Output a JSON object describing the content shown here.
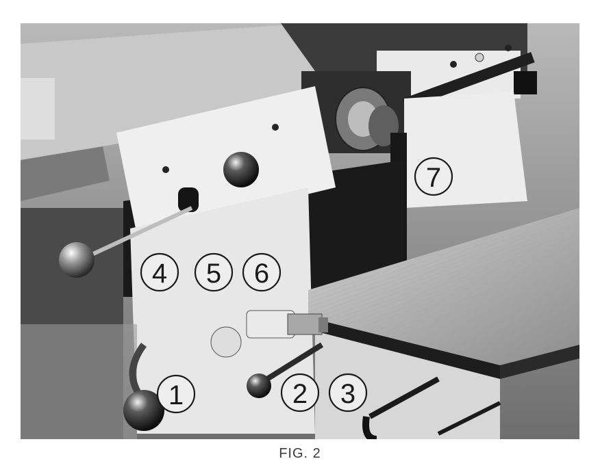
{
  "figure": {
    "caption": "FIG. 2"
  },
  "callouts": [
    {
      "id": "1",
      "label": "1"
    },
    {
      "id": "2",
      "label": "2"
    },
    {
      "id": "3",
      "label": "3"
    },
    {
      "id": "4",
      "label": "4"
    },
    {
      "id": "5",
      "label": "5"
    },
    {
      "id": "6",
      "label": "6"
    },
    {
      "id": "7",
      "label": "7"
    }
  ],
  "colors": {
    "paper": "#ffffff",
    "photo_dark": "#1c1c1c",
    "photo_mid": "#8a8a8a",
    "photo_light": "#e6e6e6"
  }
}
